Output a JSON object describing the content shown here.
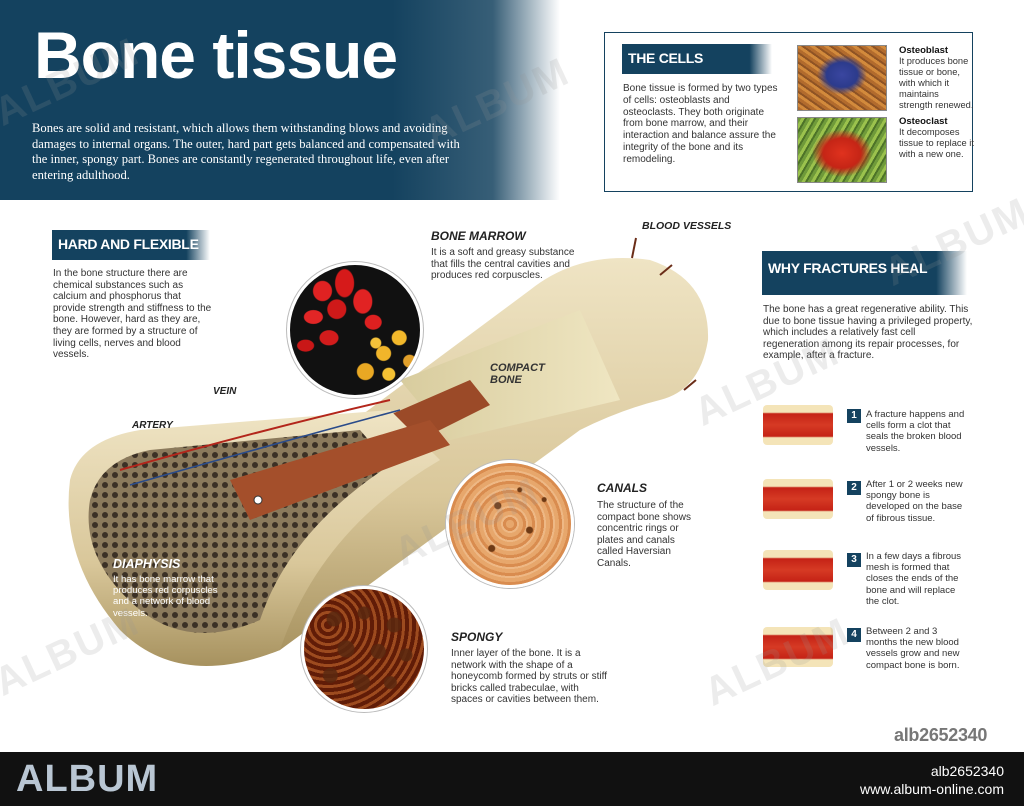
{
  "header": {
    "title": "Bone tissue",
    "intro": "Bones are solid and resistant, which allows them withstanding blows and avoiding damages to internal organs. The outer, hard part gets balanced and compensated with the inner, spongy part. Bones are constantly regenerated throughout life, even after entering adulthood."
  },
  "cells": {
    "heading": "THE CELLS",
    "text": "Bone tissue is formed by two types of cells: osteoblasts and osteoclasts. They both originate from bone marrow, and their interaction and balance assure the integrity of the bone and its remodeling.",
    "osteoblast": {
      "name": "Osteoblast",
      "desc": "It produces bone tissue or bone, with which it maintains strength renewed."
    },
    "osteoclast": {
      "name": "Osteoclast",
      "desc": "It decomposes tissue to replace it with a new one."
    }
  },
  "hard": {
    "heading": "HARD AND FLEXIBLE",
    "text": "In the bone structure there are chemical substances such as calcium and phosphorus that provide strength and stiffness to the bone. However, hard as they are, they are formed by a structure of living cells, nerves and blood vessels."
  },
  "marrow": {
    "title": "BONE MARROW",
    "text": "It is a soft and greasy substance that fills the central cavities and produces red corpuscles."
  },
  "labels": {
    "blood_vessels": "BLOOD VESSELS",
    "vein": "VEIN",
    "artery": "ARTERY",
    "compact_bone": "COMPACT BONE"
  },
  "diaphysis": {
    "title": "DIAPHYSIS",
    "text": "It has bone marrow that produces red corpuscles and a network of blood vessels."
  },
  "canals": {
    "title": "CANALS",
    "text": "The structure of the compact bone shows concentric rings or plates and canals called Haversian Canals."
  },
  "spongy": {
    "title": "SPONGY",
    "text": "Inner layer of the bone. It is a network with the shape of a honeycomb formed by struts or stiff bricks called trabeculae, with spaces or cavities between them."
  },
  "heal": {
    "heading": "WHY FRACTURES HEAL",
    "text": "The bone has a great regenerative ability. This due to bone tissue having a privileged property, which includes a relatively fast cell regeneration among its repair processes, for example, after a fracture.",
    "steps": [
      {
        "num": "1",
        "text": "A fracture happens and cells form a clot that seals the broken blood vessels."
      },
      {
        "num": "2",
        "text": "After 1 or 2 weeks new spongy bone is developed on the base of fibrous tissue."
      },
      {
        "num": "3",
        "text": "In a few days a fibrous mesh is formed that closes the ends of the bone and will replace the clot."
      },
      {
        "num": "4",
        "text": "Between 2 and 3 months the new blood vessels grow and new compact bone is born."
      }
    ]
  },
  "watermark": {
    "code": "alb2652340",
    "logo": "ALBUM",
    "id": "alb2652340",
    "url": "www.album-online.com",
    "mark": "ALBUM"
  },
  "colors": {
    "accent": "#14425f",
    "blood": "#c52316",
    "bone": "#e9dcb8"
  }
}
